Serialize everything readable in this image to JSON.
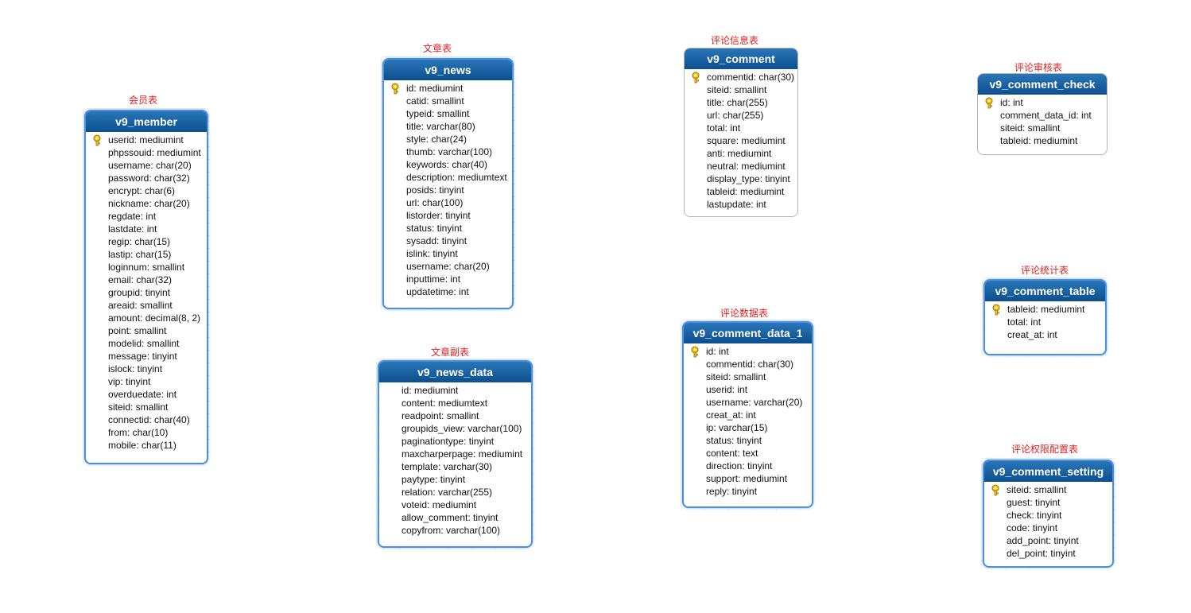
{
  "tables": {
    "member": {
      "caption": "会员表",
      "name": "v9_member",
      "fields": [
        "userid: mediumint",
        "phpssouid: mediumint",
        "username: char(20)",
        "password: char(32)",
        "encrypt: char(6)",
        "nickname: char(20)",
        "regdate: int",
        "lastdate: int",
        "regip: char(15)",
        "lastip: char(15)",
        "loginnum: smallint",
        "email: char(32)",
        "groupid: tinyint",
        "areaid: smallint",
        "amount: decimal(8, 2)",
        "point: smallint",
        "modelid: smallint",
        "message: tinyint",
        "islock: tinyint",
        "vip: tinyint",
        "overduedate: int",
        "siteid: smallint",
        "connectid: char(40)",
        "from: char(10)",
        "mobile: char(11)"
      ]
    },
    "news": {
      "caption": "文章表",
      "name": "v9_news",
      "fields": [
        "id: mediumint",
        "catid: smallint",
        "typeid: smallint",
        "title: varchar(80)",
        "style: char(24)",
        "thumb: varchar(100)",
        "keywords: char(40)",
        "description: mediumtext",
        "posids: tinyint",
        "url: char(100)",
        "listorder: tinyint",
        "status: tinyint",
        "sysadd: tinyint",
        "islink: tinyint",
        "username: char(20)",
        "inputtime: int",
        "updatetime: int"
      ]
    },
    "news_data": {
      "caption": "文章副表",
      "name": "v9_news_data",
      "fields": [
        "id: mediumint",
        "content: mediumtext",
        "readpoint: smallint",
        "groupids_view: varchar(100)",
        "paginationtype: tinyint",
        "maxcharperpage: mediumint",
        "template: varchar(30)",
        "paytype: tinyint",
        "relation: varchar(255)",
        "voteid: mediumint",
        "allow_comment: tinyint",
        "copyfrom: varchar(100)"
      ]
    },
    "comment": {
      "caption": "评论信息表",
      "name": "v9_comment",
      "fields": [
        "commentid: char(30)",
        "siteid: smallint",
        "title: char(255)",
        "url: char(255)",
        "total: int",
        "square: mediumint",
        "anti: mediumint",
        "neutral: mediumint",
        "display_type: tinyint",
        "tableid: mediumint",
        "lastupdate: int"
      ]
    },
    "comment_data": {
      "caption": "评论数据表",
      "name": "v9_comment_data_1",
      "fields": [
        "id: int",
        "commentid: char(30)",
        "siteid: smallint",
        "userid: int",
        "username: varchar(20)",
        "creat_at: int",
        "ip: varchar(15)",
        "status: tinyint",
        "content: text",
        "direction: tinyint",
        "support: mediumint",
        "reply: tinyint"
      ]
    },
    "comment_check": {
      "caption": "评论审核表",
      "name": "v9_comment_check",
      "fields": [
        "id: int",
        "comment_data_id: int",
        "siteid: smallint",
        "tableid: mediumint"
      ]
    },
    "comment_table": {
      "caption": "评论统计表",
      "name": "v9_comment_table",
      "fields": [
        "tableid: mediumint",
        "total: int",
        "creat_at: int"
      ]
    },
    "comment_setting": {
      "caption": "评论权限配置表",
      "name": "v9_comment_setting",
      "fields": [
        "siteid: smallint",
        "guest: tinyint",
        "check: tinyint",
        "code: tinyint",
        "add_point: tinyint",
        "del_point: tinyint"
      ]
    }
  },
  "icons": {
    "primary_key": "key-icon"
  },
  "colors": {
    "caption": "#e02020",
    "header": "#0c4f8e",
    "selection": "#4a90e2"
  }
}
